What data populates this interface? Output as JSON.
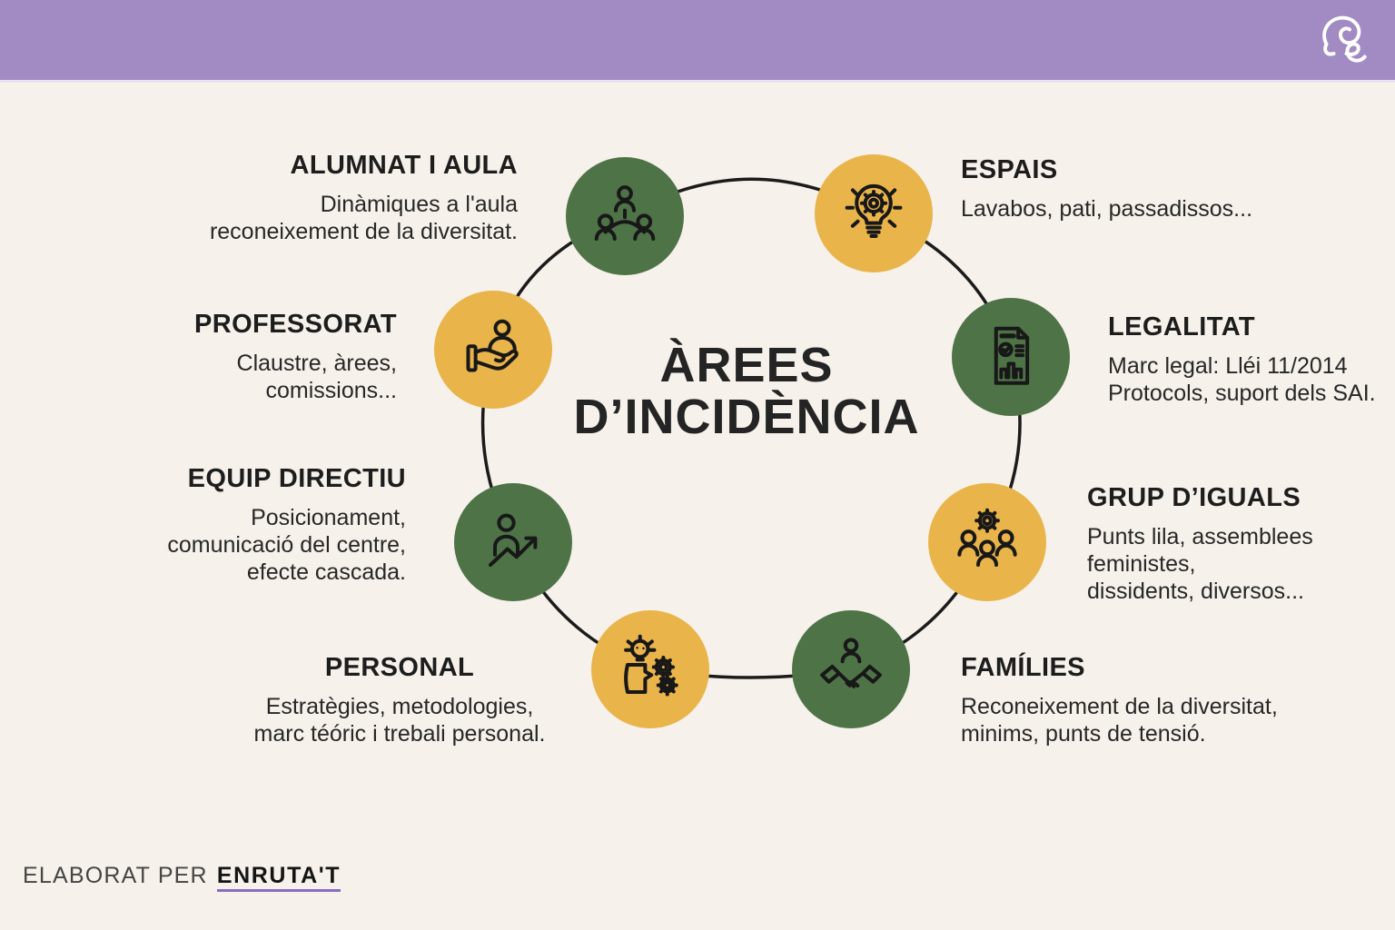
{
  "header": {
    "logo_icon": "enrutat-loop-logo"
  },
  "title": {
    "line1": "ÀREES",
    "line2": "D’INCIDÈNCIA"
  },
  "colors": {
    "band_purple": "#a28bc3",
    "background_cream": "#f6f1ea",
    "node_green": "#4e7347",
    "node_yellow": "#e9b44a",
    "ring_line": "#1b1b1b",
    "ink": "#222222",
    "link_underline_purple": "#8a6cc0"
  },
  "nodes": [
    {
      "id": "alumnat-i-aula",
      "label": "ALUMNAT I AULA",
      "lines": [
        "Dinàmiques a l'aula",
        "reconeixement de la diversitat."
      ],
      "icon": "people-hierarchy-icon",
      "circle_color": "green"
    },
    {
      "id": "espais",
      "label": "ESPAIS",
      "lines": [
        "Lavabos, pati, passadissos..."
      ],
      "icon": "idea-bulb-gear-icon",
      "circle_color": "yellow"
    },
    {
      "id": "professorat",
      "label": "PROFESSORAT",
      "lines": [
        "Claustre, àrees,",
        "comissions..."
      ],
      "icon": "hand-supporting-person-icon",
      "circle_color": "yellow"
    },
    {
      "id": "legalitat",
      "label": "LEGALITAT",
      "lines": [
        "Marc legal: Lléi 11/2014",
        "Protocols, suport dels SAI."
      ],
      "icon": "legal-document-icon",
      "circle_color": "green"
    },
    {
      "id": "equip-directiu",
      "label": "EQUIP DIRECTIU",
      "lines": [
        "Posicionament,",
        "comunicació del centre,",
        "efecte cascada."
      ],
      "icon": "person-growth-arrow-icon",
      "circle_color": "green"
    },
    {
      "id": "grup-d-iguals",
      "label": "GRUP D’IGUALS",
      "lines": [
        "Punts lila, assemblees feministes,",
        "dissidents, diversos..."
      ],
      "icon": "group-with-gear-icon",
      "circle_color": "yellow"
    },
    {
      "id": "personal",
      "label": "PERSONAL",
      "lines": [
        "Estratègies, metodologies,",
        "marc téóric i trebali personal."
      ],
      "icon": "mind-bulb-gears-icon",
      "circle_color": "yellow"
    },
    {
      "id": "families",
      "label": "FAMÍLIES",
      "lines": [
        "Reconeixement de la diversitat,",
        "minims, punts de tensió."
      ],
      "icon": "handshake-person-icon",
      "circle_color": "green"
    }
  ],
  "footer": {
    "prefix": "ELABORAT PER",
    "link_label": "ENRUTA'T"
  }
}
